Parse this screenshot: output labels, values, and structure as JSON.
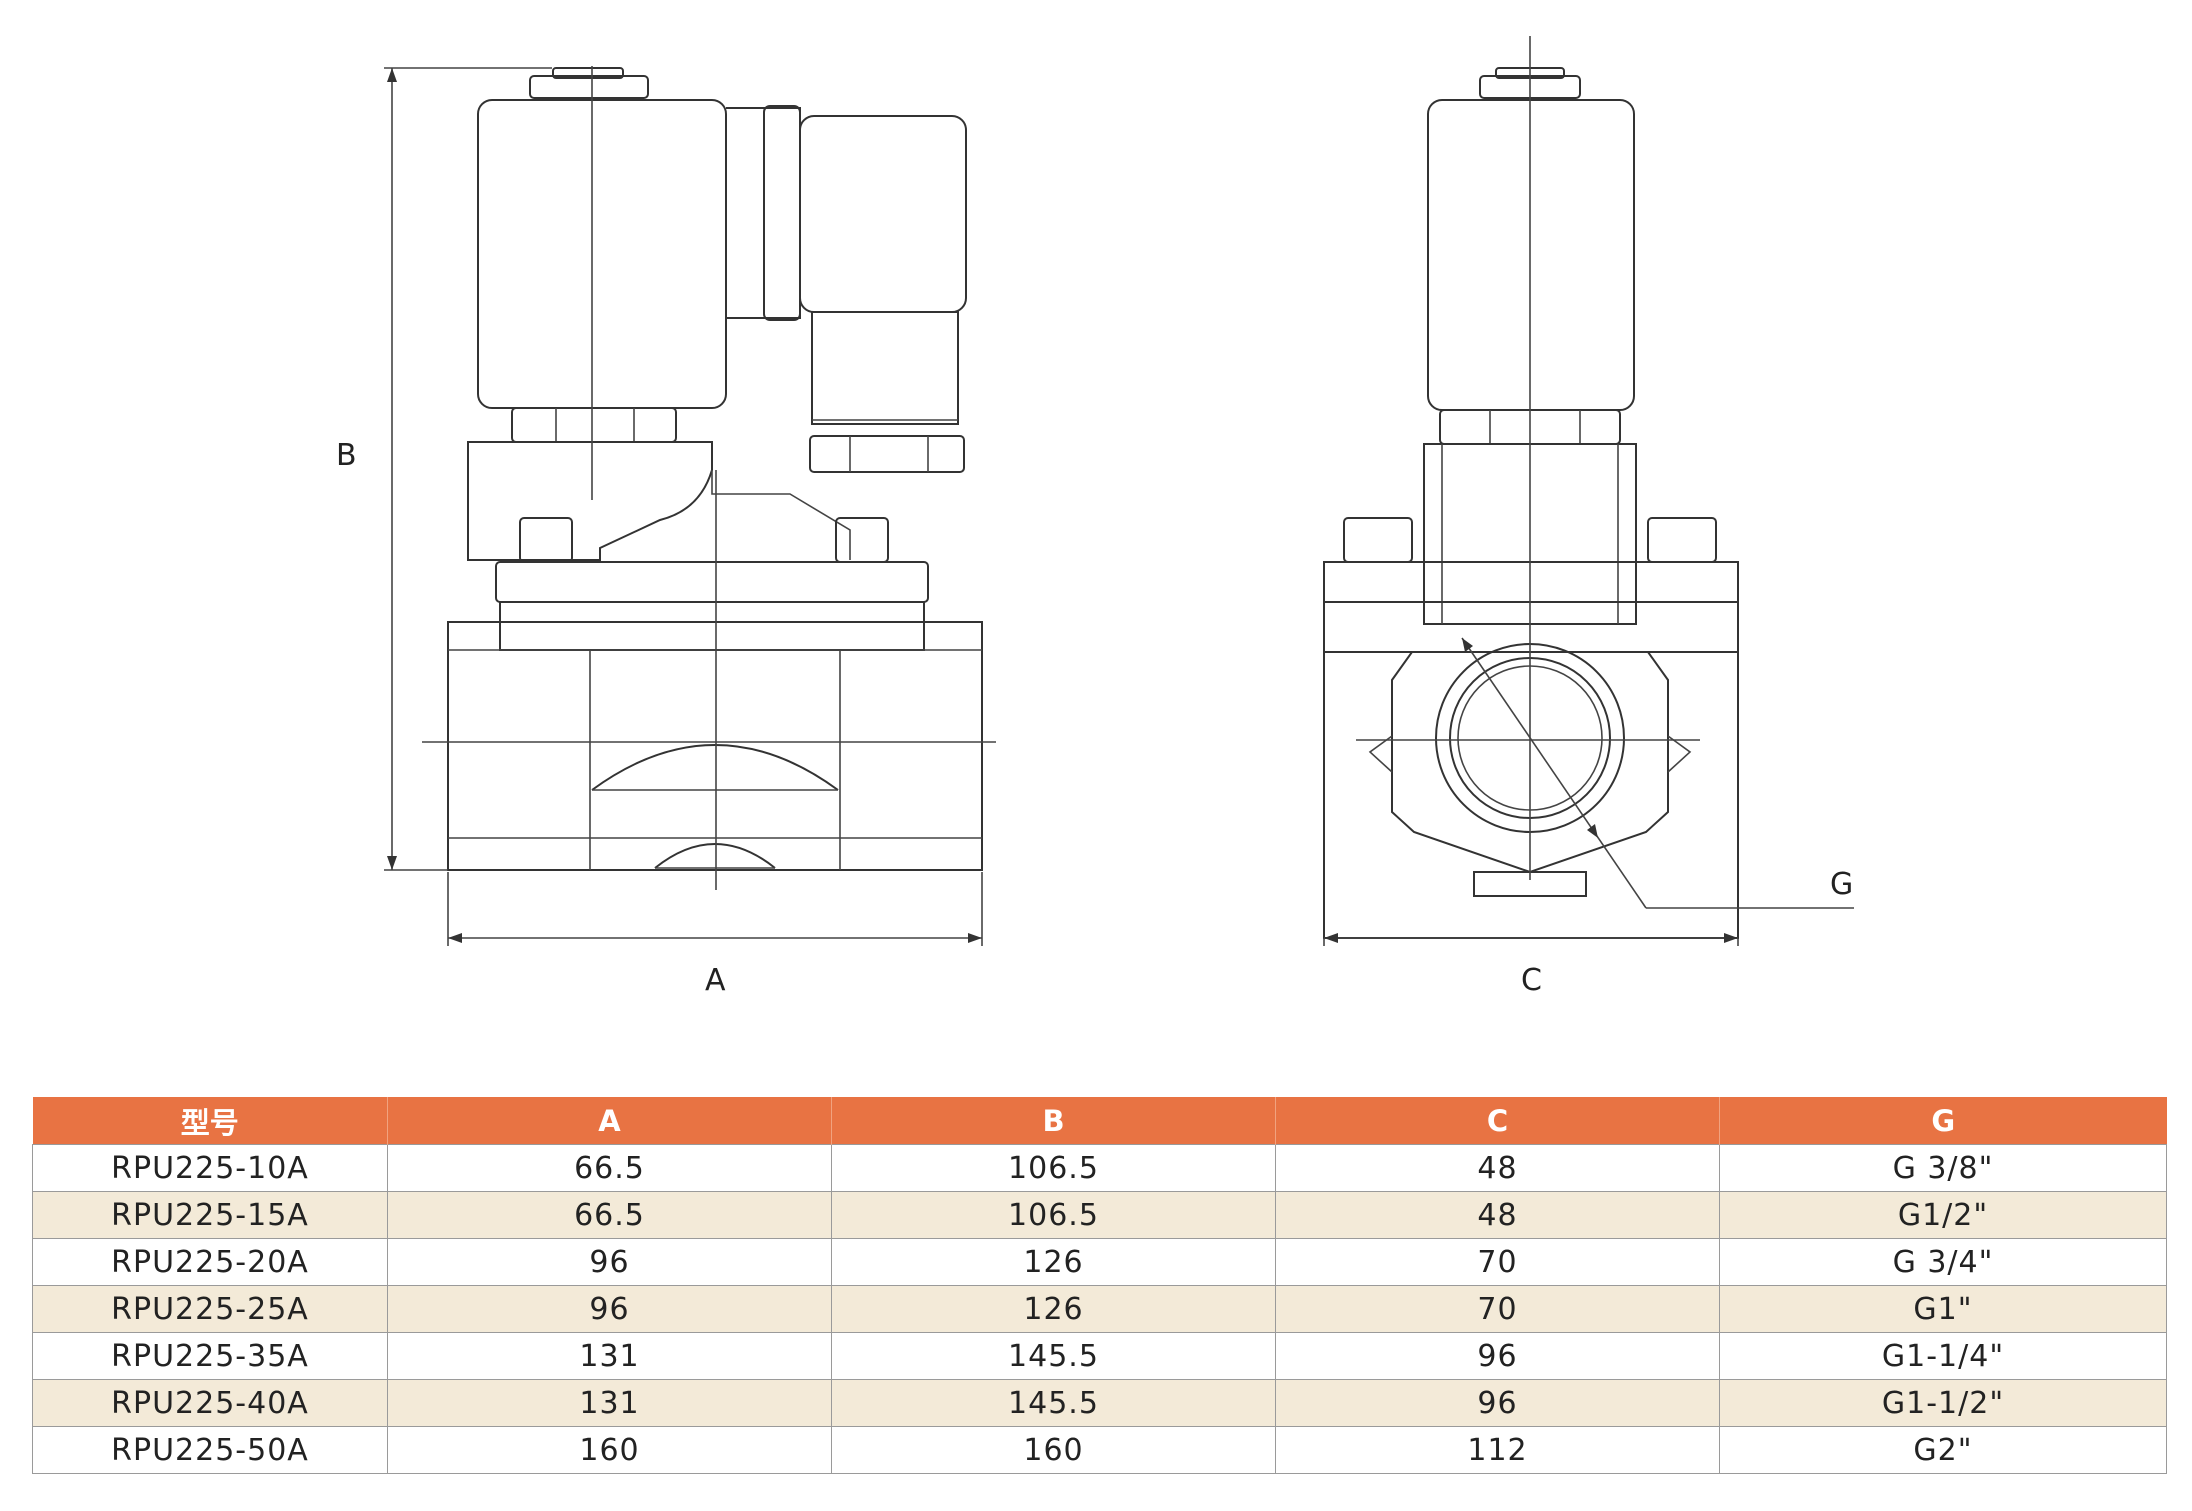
{
  "drawing": {
    "labels": {
      "a": "A",
      "b": "B",
      "c": "C",
      "g": "G"
    }
  },
  "table": {
    "headers": [
      "型号",
      "A",
      "B",
      "C",
      "G"
    ],
    "rows": [
      [
        "RPU225-10A",
        "66.5",
        "106.5",
        "48",
        "G 3/8\""
      ],
      [
        "RPU225-15A",
        "66.5",
        "106.5",
        "48",
        "G1/2\""
      ],
      [
        "RPU225-20A",
        "96",
        "126",
        "70",
        "G 3/4\""
      ],
      [
        "RPU225-25A",
        "96",
        "126",
        "70",
        "G1\""
      ],
      [
        "RPU225-35A",
        "131",
        "145.5",
        "96",
        "G1-1/4\""
      ],
      [
        "RPU225-40A",
        "131",
        "145.5",
        "96",
        "G1-1/2\""
      ],
      [
        "RPU225-50A",
        "160",
        "160",
        "112",
        "G2\""
      ]
    ]
  },
  "colors": {
    "header_bg": "#e87343",
    "stripe_bg": "#f3ead8",
    "line": "#333333"
  }
}
